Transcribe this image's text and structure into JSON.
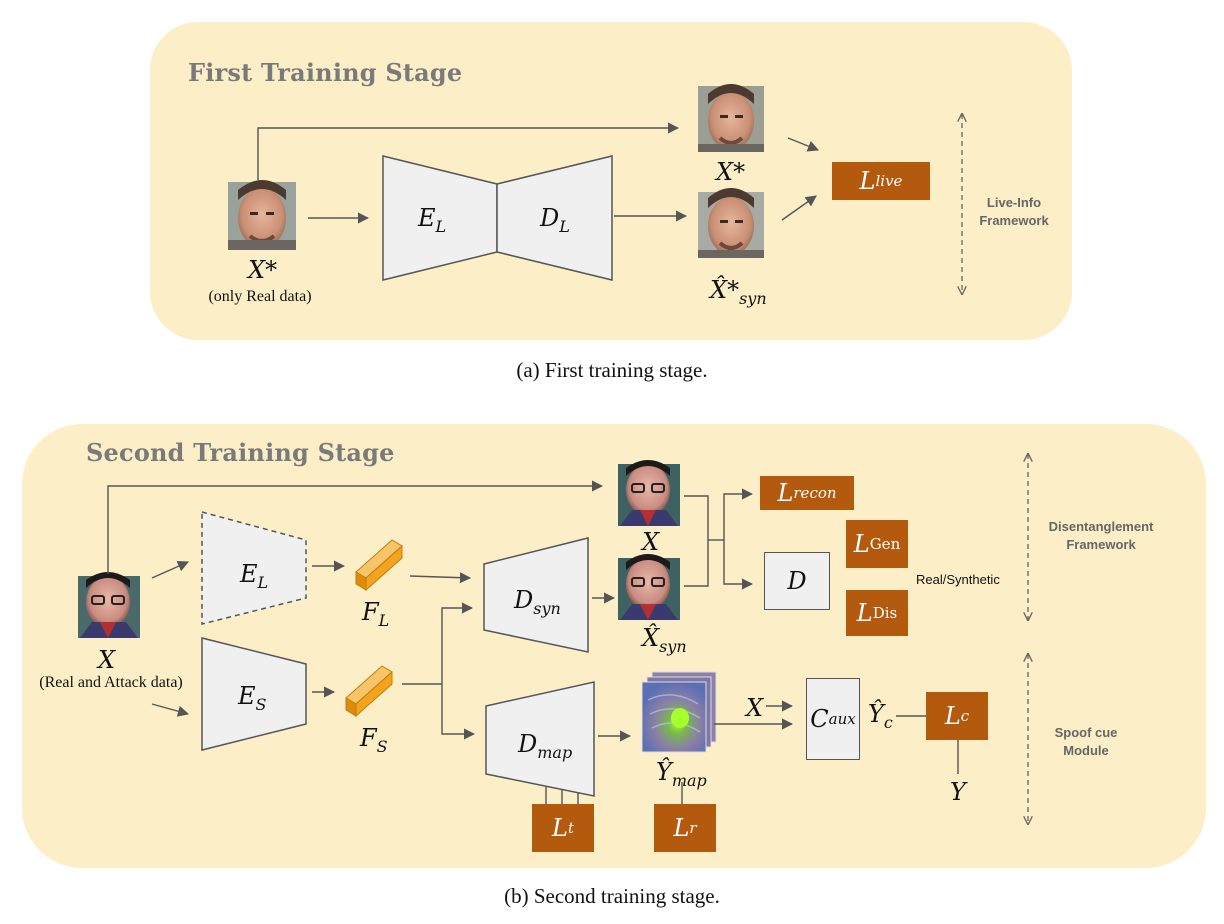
{
  "stage1": {
    "title": "First Training Stage",
    "input_label": "X*",
    "input_note": "(only Real data)",
    "encoder": "E",
    "encoder_sub": "L",
    "decoder": "D",
    "decoder_sub": "L",
    "target_label": "X*",
    "synth_label": "X̂*",
    "synth_sub": "syn",
    "loss": "L",
    "loss_sub": "live",
    "side_label_1": "Live-Info",
    "side_label_2": "Framework"
  },
  "caption_a": "(a) First training stage.",
  "stage2": {
    "title": "Second Training Stage",
    "input_label": "X",
    "input_note": "(Real and Attack data)",
    "enc_live": "E",
    "enc_live_sub": "L",
    "enc_spoof": "E",
    "enc_spoof_sub": "S",
    "feat_live": "F",
    "feat_live_sub": "L",
    "feat_spoof": "F",
    "feat_spoof_sub": "S",
    "dec_syn": "D",
    "dec_syn_sub": "syn",
    "dec_map": "D",
    "dec_map_sub": "map",
    "target_label": "X",
    "synth_label": "X̂",
    "synth_sub": "syn",
    "map_label": "Ŷ",
    "map_sub": "map",
    "disc": "D",
    "aux": "C",
    "aux_sub": "aux",
    "aux_input": "X",
    "pred_label": "Ŷ",
    "pred_sub": "c",
    "gt_label": "Y",
    "loss_recon": "L",
    "loss_recon_sub": "recon",
    "loss_gen": "L",
    "loss_gen_sub": "Gen",
    "loss_dis": "L",
    "loss_dis_sub": "Dis",
    "loss_t": "L",
    "loss_t_sub": "t",
    "loss_r": "L",
    "loss_r_sub": "r",
    "loss_c": "L",
    "loss_c_sub": "c",
    "real_synthetic": "Real/Synthetic",
    "side_dis_1": "Disentanglement",
    "side_dis_2": "Framework",
    "side_spoof_1": "Spoof cue",
    "side_spoof_2": "Module"
  },
  "caption_b": "(b) Second training stage.",
  "colors": {
    "panel": "#fcefc8",
    "loss_box": "#b35a0e",
    "block_fill": "#f0f0f0",
    "feature": "#f5a31c",
    "arrow": "#555555"
  }
}
